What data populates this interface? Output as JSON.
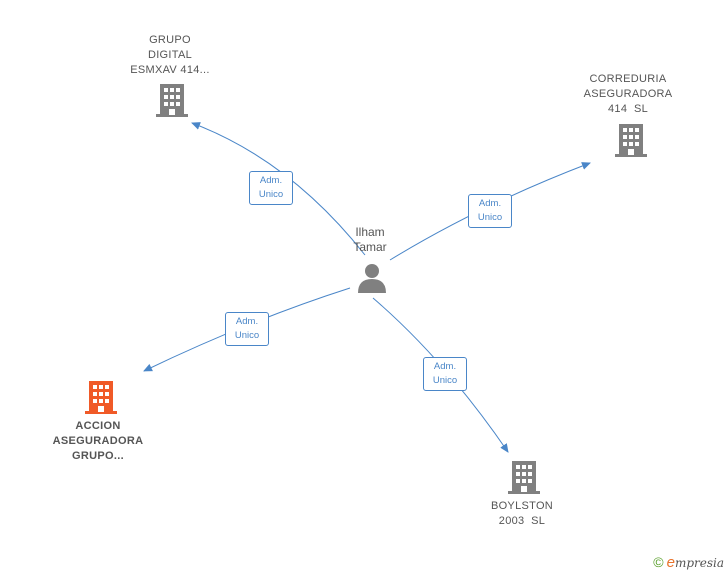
{
  "diagram": {
    "center": {
      "name_line1": "Ilham",
      "name_line2": "Tamar"
    },
    "nodes": [
      {
        "id": "grupo-digital",
        "lines": [
          "GRUPO",
          "DIGITAL",
          "ESMXAV 414..."
        ],
        "color": "#808080"
      },
      {
        "id": "correduria",
        "lines": [
          "CORREDURIA",
          "ASEGURADORA",
          "414  SL"
        ],
        "color": "#808080"
      },
      {
        "id": "accion",
        "lines": [
          "ACCION",
          "ASEGURADORA",
          "GRUPO..."
        ],
        "color": "#f05a28"
      },
      {
        "id": "boylston",
        "lines": [
          "BOYLSTON",
          "2003  SL"
        ],
        "color": "#808080"
      }
    ],
    "edges": [
      {
        "to": "grupo-digital",
        "line1": "Adm.",
        "line2": "Unico"
      },
      {
        "to": "correduria",
        "line1": "Adm.",
        "line2": "Unico"
      },
      {
        "to": "accion",
        "line1": "Adm.",
        "line2": "Unico"
      },
      {
        "to": "boylston",
        "line1": "Adm.",
        "line2": "Unico"
      }
    ],
    "edge_color": "#4a86c8"
  },
  "footer": {
    "copyright": "©",
    "brand_initial": "e",
    "brand_rest": "mpresia"
  }
}
